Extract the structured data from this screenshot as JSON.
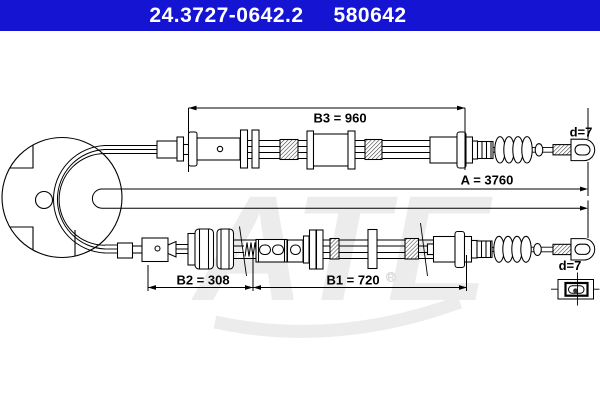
{
  "header": {
    "part_number_1": "24.3727-0642.2",
    "part_number_2": "580642",
    "bg_color": "#1414d2",
    "text_color": "#ffffff"
  },
  "diagram": {
    "type": "brake-cable technical drawing",
    "line_color": "#000000",
    "watermark": {
      "text": "ATE",
      "color": "#ececec",
      "registered_mark": "®"
    },
    "dimensions": {
      "b3_label": "B3 = 960",
      "a_label": "A = 3760",
      "b2_label": "B2 = 308",
      "b1_label": "B1 = 720",
      "d_top_label": "d=7",
      "d_bottom_label": "d=7"
    }
  }
}
